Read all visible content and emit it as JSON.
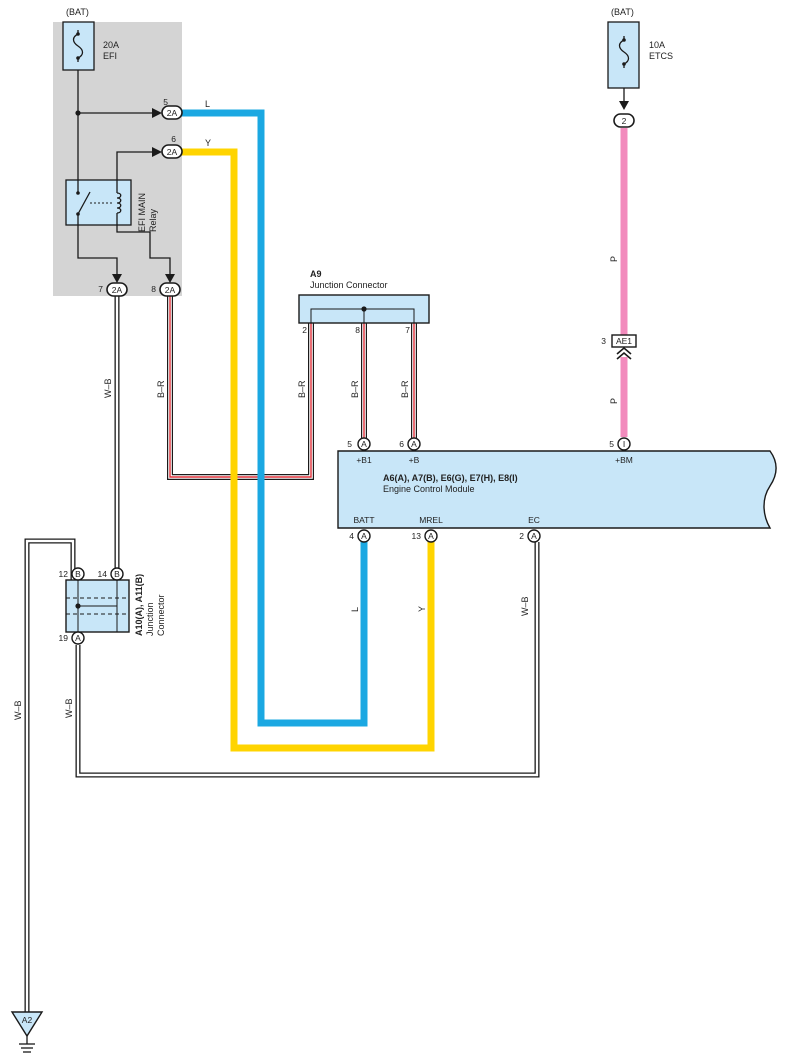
{
  "colors": {
    "relay_box_fill": "#d4d4d4",
    "component_fill": "#c8e6f8",
    "wire_L": "#1ba8e2",
    "wire_Y": "#ffd400",
    "wire_P": "#f28bbd",
    "wire_BR_stripe": "#e0303a",
    "wire_WB_stripe": "#ffffff",
    "outline": "#1a1a1a"
  },
  "icons": [
    "fuse-icon",
    "relay-icon",
    "ground-icon",
    "connector-arrow-icon"
  ],
  "left_power": {
    "source": "(BAT)",
    "fuse_rating": "20A",
    "fuse_name": "EFI",
    "relay_name": "EFI MAIN",
    "relay_word": "Relay"
  },
  "right_power": {
    "source": "(BAT)",
    "fuse_rating": "10A",
    "fuse_name": "ETCS",
    "pin": "2"
  },
  "relay_connectors": [
    {
      "pin": "5",
      "code": "2A"
    },
    {
      "pin": "6",
      "code": "2A"
    },
    {
      "pin": "7",
      "code": "2A"
    },
    {
      "pin": "8",
      "code": "2A"
    }
  ],
  "wires": {
    "L": "L",
    "Y": "Y",
    "P": "P",
    "BR": "B–R",
    "WB": "W–B"
  },
  "a9": {
    "id": "A9",
    "name": "Junction Connector",
    "pins": [
      "2",
      "8",
      "7"
    ]
  },
  "ae1": {
    "pin": "3",
    "code": "AE1"
  },
  "ecm": {
    "ids": "A6(A), A7(B), E6(G), E7(H), E8(I)",
    "name": "Engine Control Module",
    "top_pins": [
      {
        "num": "5",
        "code": "A",
        "label": "+B1"
      },
      {
        "num": "6",
        "code": "A",
        "label": "+B"
      },
      {
        "num": "5",
        "code": "I",
        "label": "+BM"
      }
    ],
    "bottom_pins": [
      {
        "num": "4",
        "code": "A",
        "label": "BATT"
      },
      {
        "num": "13",
        "code": "A",
        "label": "MREL"
      },
      {
        "num": "2",
        "code": "A",
        "label": "EC"
      }
    ]
  },
  "junction_a10": {
    "ids": "A10(A), A11(B)",
    "line1": "Junction",
    "line2": "Connector",
    "pins": [
      {
        "num": "12",
        "code": "B"
      },
      {
        "num": "14",
        "code": "B"
      },
      {
        "num": "19",
        "code": "A"
      }
    ]
  },
  "ground": {
    "id": "A2"
  }
}
